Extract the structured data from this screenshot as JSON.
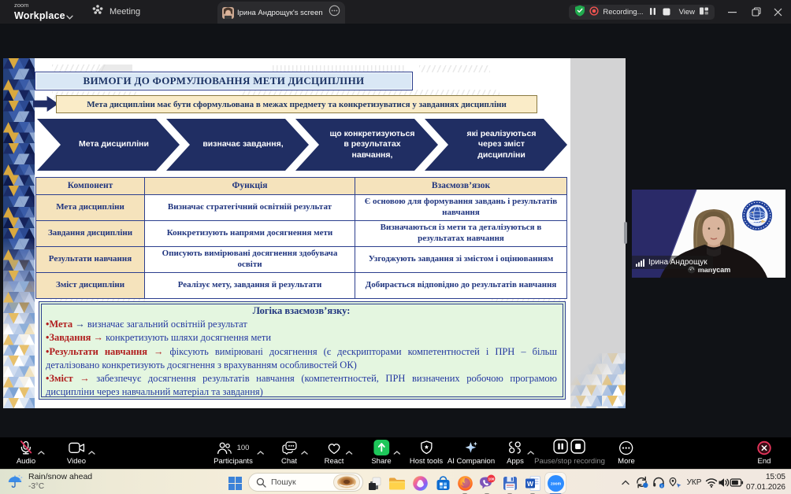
{
  "titlebar": {
    "brand_top": "zoom",
    "brand": "Workplace",
    "meeting_tab": "Meeting",
    "share_tab": "Ірина  Андрощук's screen",
    "recording_label": "Recording...",
    "view_label": "View"
  },
  "slide": {
    "title": "ВИМОГИ ДО ФОРМУЛЮВАННЯ МЕТИ ДИСЦИПЛІНИ",
    "subtitle": "Мета дисципліни має бути сформульована  в межах предмету та конкретизуватися у завданнях дисципліни",
    "arrows": [
      {
        "text": "Мета дисципліни"
      },
      {
        "text": "визначає завдання,"
      },
      {
        "text": "що конкретизуються\nв результатах\nнавчання,"
      },
      {
        "text": "які реалізуються\nчерез зміст\nдисципліни"
      }
    ],
    "table": {
      "headers": [
        "Компонент",
        "Функція",
        "Взаємозв’язок"
      ],
      "rows": [
        {
          "component": "Мета дисципліни",
          "function": "Визначає стратегічний освітній результат",
          "relation": "Є основою для формування завдань і результатів навчання"
        },
        {
          "component": "Завдання дисципліни",
          "function": "Конкретизують напрями досягнення мети",
          "relation": "Визначаються із мети та деталізуються в результатах навчання"
        },
        {
          "component": "Результати навчання",
          "function": "Описують вимірювані досягнення здобувача освіти",
          "relation": "Узгоджують завдання зі змістом і оцінюванням"
        },
        {
          "component": "Зміст дисципліни",
          "function": "Реалізує мету, завдання й результати",
          "relation": "Добирається відповідно до результатів навчання"
        }
      ]
    },
    "logic": {
      "title": "Логіка взаємозв’язку:",
      "items": [
        {
          "keyword": "•Мета",
          "arrow": "→",
          "text": "визначає загальний освітній результат"
        },
        {
          "keyword": "•Завдання",
          "arrow": "→",
          "text": "конкретизують шляхи досягнення мети"
        },
        {
          "keyword": "•Результати навчання",
          "arrow": "→",
          "text": "фіксують вимірювані досягнення (є дескрипторами компетентностей і ПРН – більш деталізовано конкретизують досягнення з врахуванням особливостей ОК)"
        },
        {
          "keyword": "•Зміст",
          "arrow": "→",
          "text": "забезпечує досягнення результатів навчання (компетентностей, ПРН визначених робочою програмою дисципліни через навчальний матеріал та завдання)"
        }
      ]
    }
  },
  "video": {
    "participant_name": "Ірина  Андрощук",
    "watermark": "manycam"
  },
  "toolbar": {
    "audio": "Audio",
    "video": "Video",
    "participants": "Participants",
    "participants_count": "100",
    "chat": "Chat",
    "react": "React",
    "share": "Share",
    "host_tools": "Host tools",
    "ai_companion": "AI Companion",
    "apps": "Apps",
    "record_label": "Pause/stop recording",
    "more": "More",
    "end": "End"
  },
  "taskbar": {
    "weather_title": "Rain/snow ahead",
    "weather_temp": "-3°C",
    "search_placeholder": "Пошук",
    "viber_badge": "100",
    "zoom_logo_text": "zoom",
    "language": "УКР",
    "time": "15:05",
    "date": "07.01.2026"
  },
  "colors": {
    "slide_navy": "#202e63",
    "slide_tan": "#f5e3bc",
    "slide_lightblue": "#d9e7f5",
    "logic_green": "#e4f6e0",
    "keyword_red": "#b01e1e",
    "share_green": "#1ec75a",
    "record_red": "#ef5350",
    "end_red": "#e8355c",
    "taskbar_accent_blue": "#3b82d8"
  }
}
